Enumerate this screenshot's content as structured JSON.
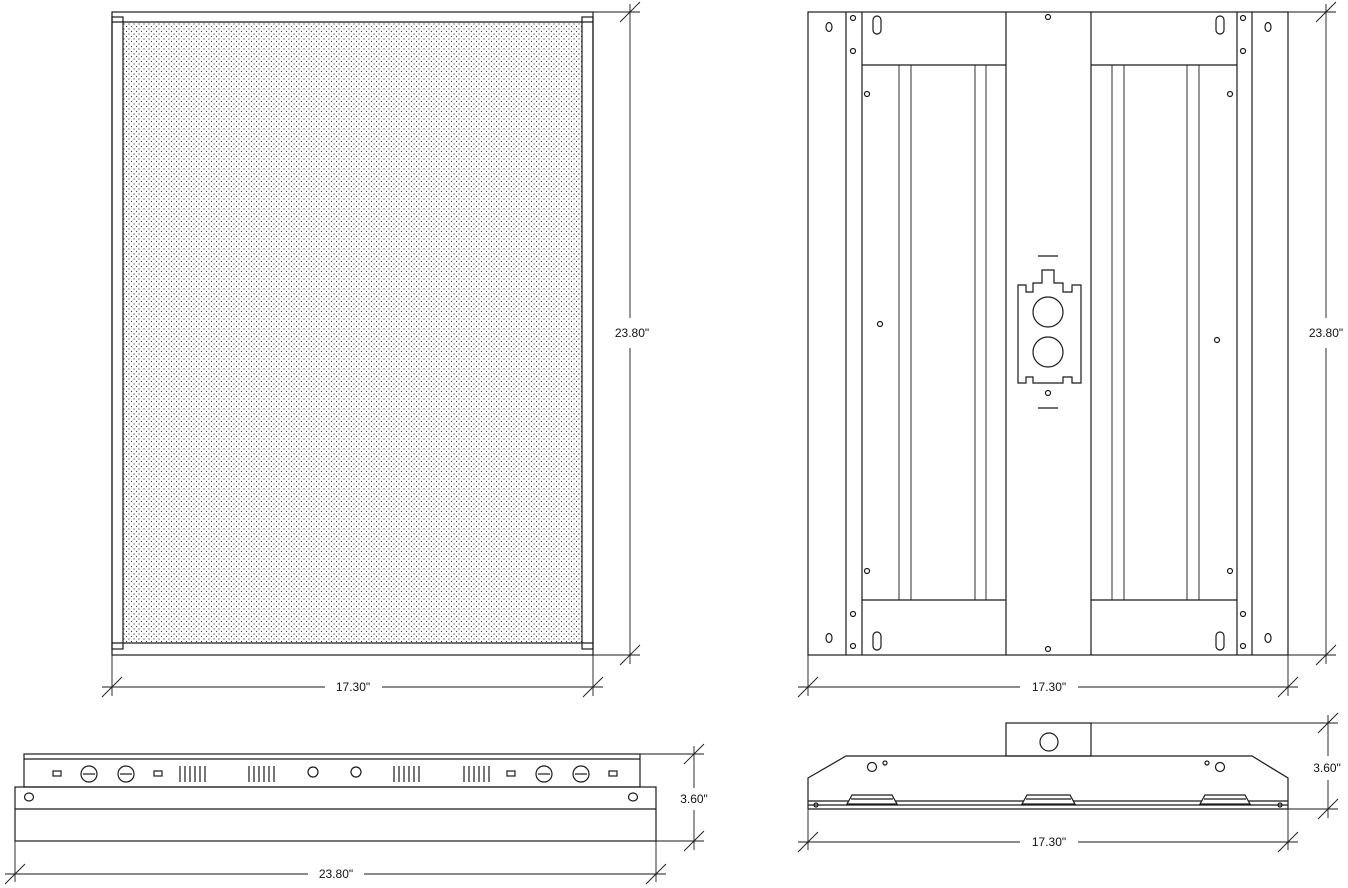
{
  "views": {
    "front": {
      "height_label": "23.80\"",
      "width_label": "17.30\""
    },
    "back": {
      "height_label": "23.80\"",
      "width_label": "17.30\""
    },
    "side_long": {
      "height_label": "3.60\"",
      "width_label": "23.80\""
    },
    "side_short": {
      "height_label": "3.60\"",
      "width_label": "17.30\""
    }
  }
}
